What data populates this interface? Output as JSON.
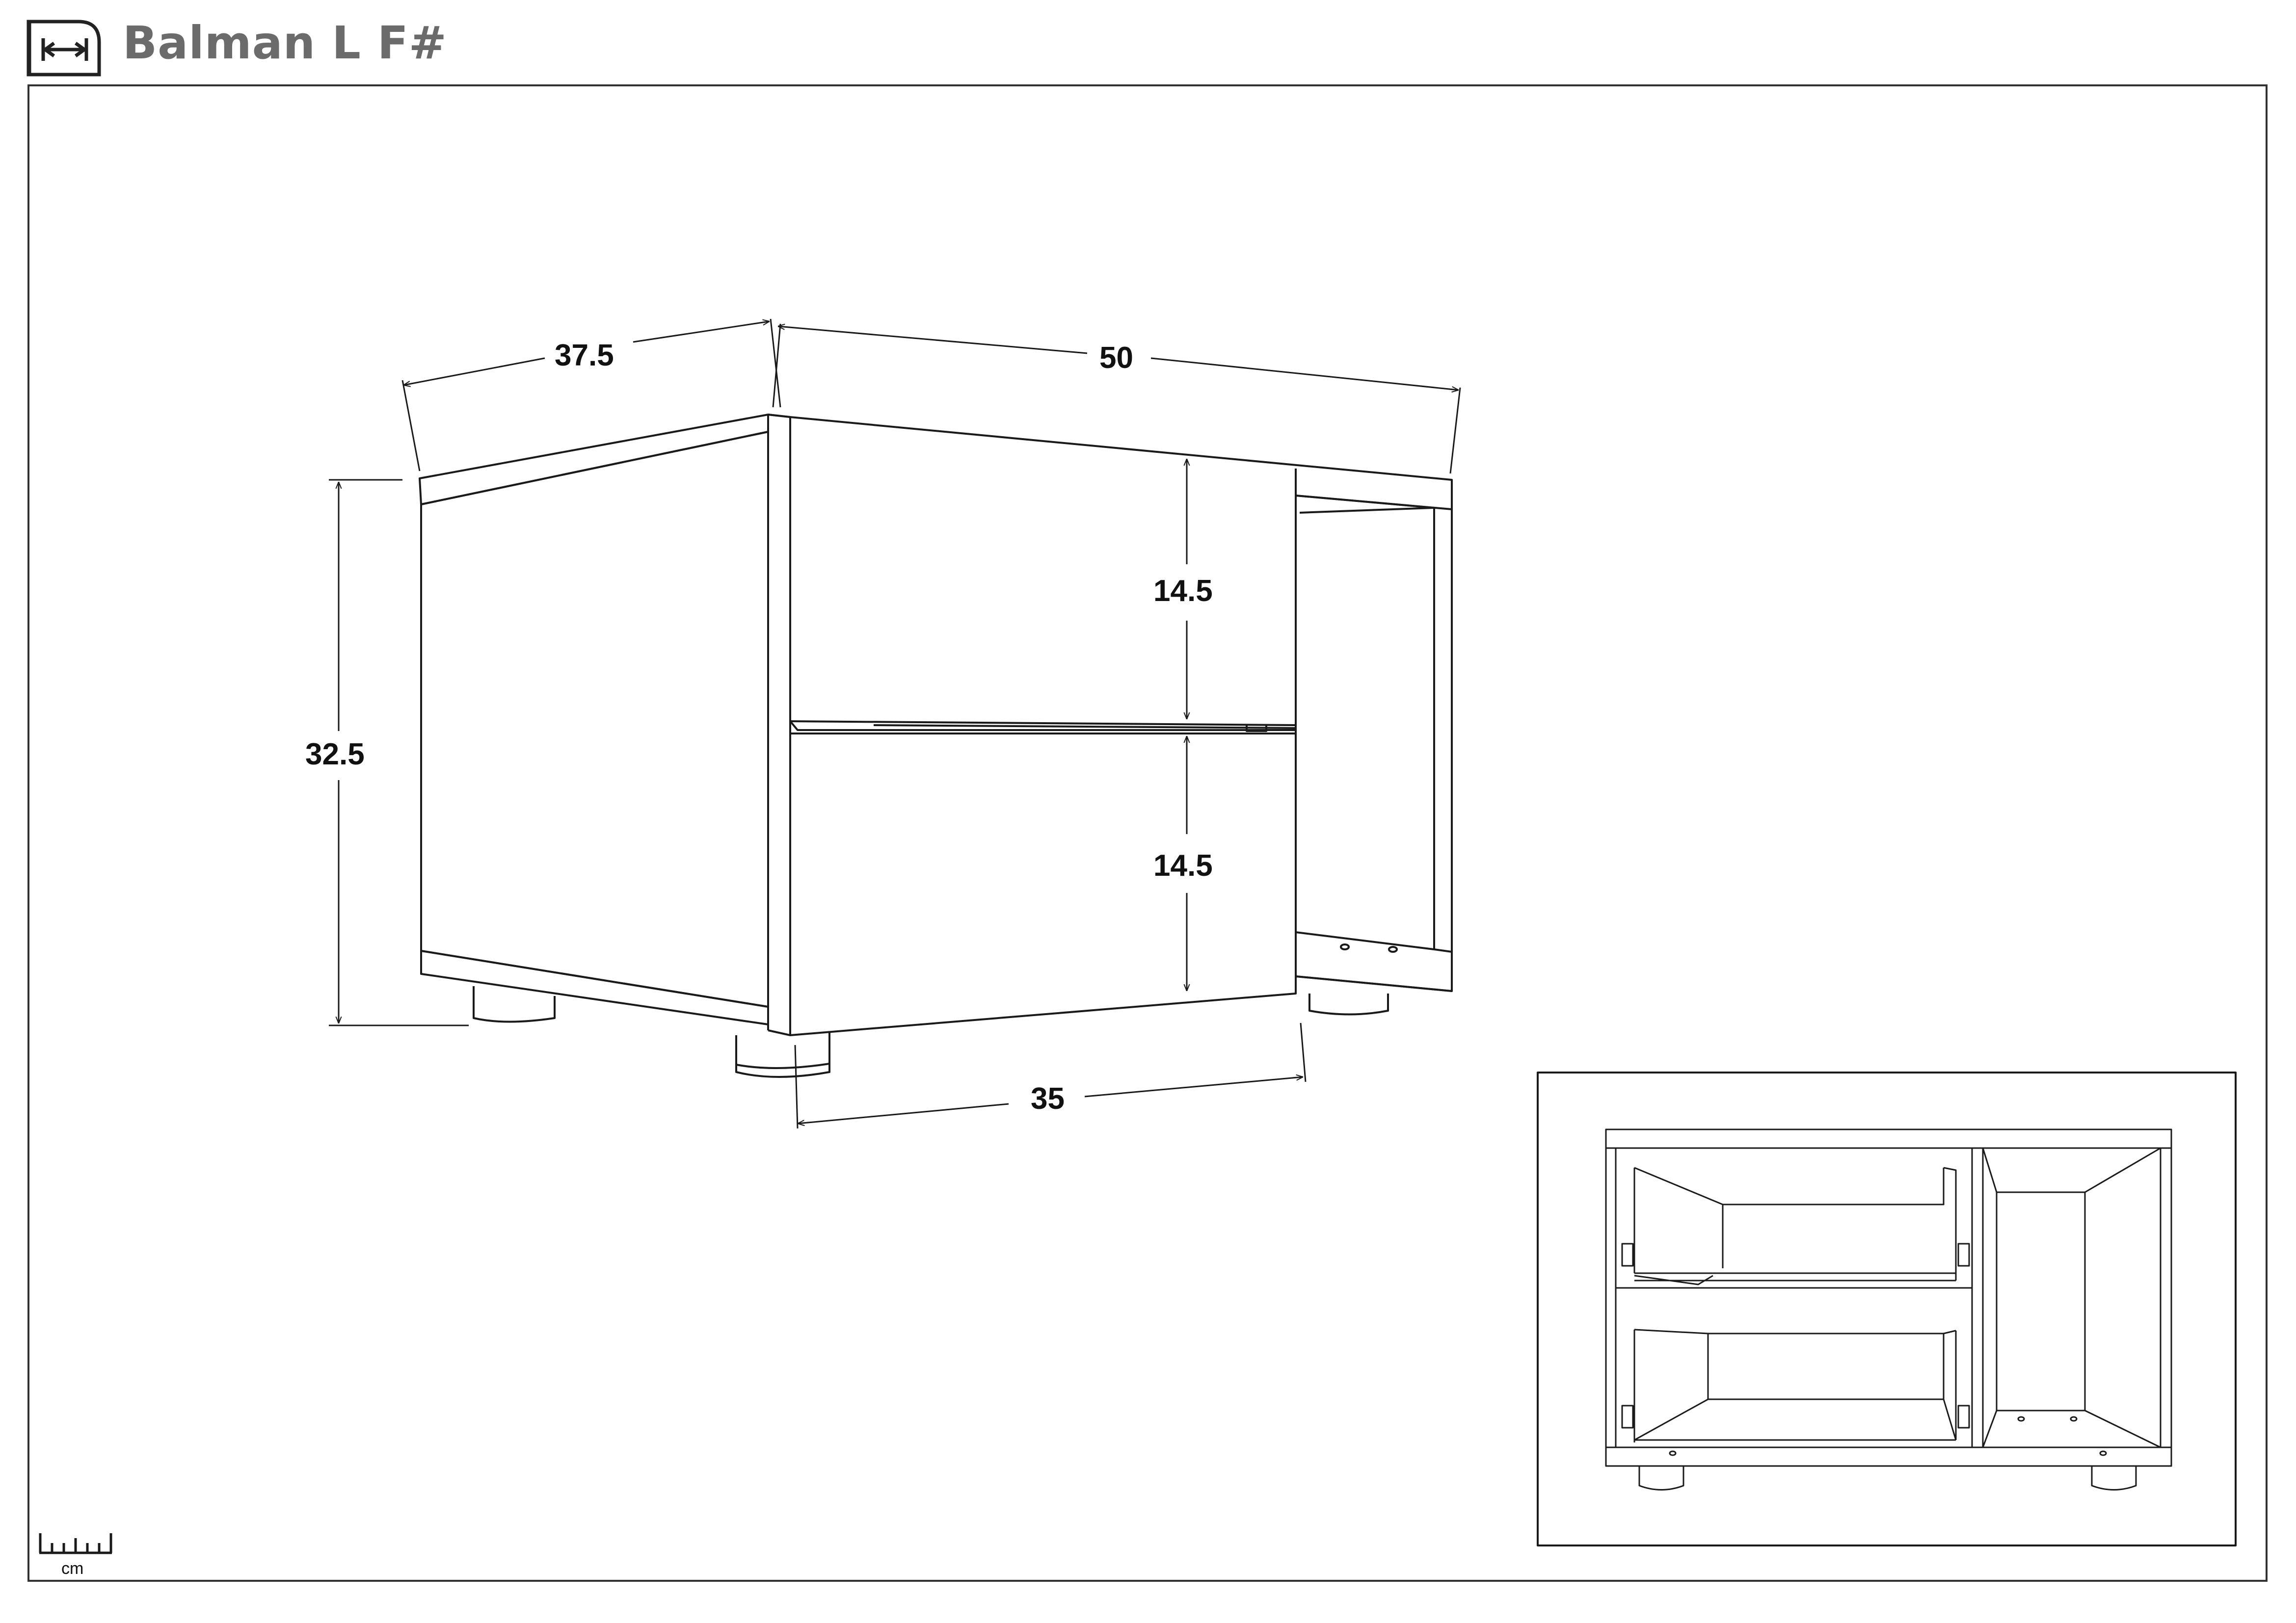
{
  "header": {
    "title": "Balman L F#",
    "icon": "width-measure-icon"
  },
  "dimensions": {
    "depth": "37.5",
    "width": "50",
    "height": "32.5",
    "drawer_top": "14.5",
    "drawer_bottom": "14.5",
    "drawer_width": "35"
  },
  "scale": {
    "unit": "cm",
    "icon": "ruler-icon"
  },
  "colors": {
    "line": "#1a1a1a",
    "title": "#6b6b6b",
    "frame": "#333333"
  }
}
